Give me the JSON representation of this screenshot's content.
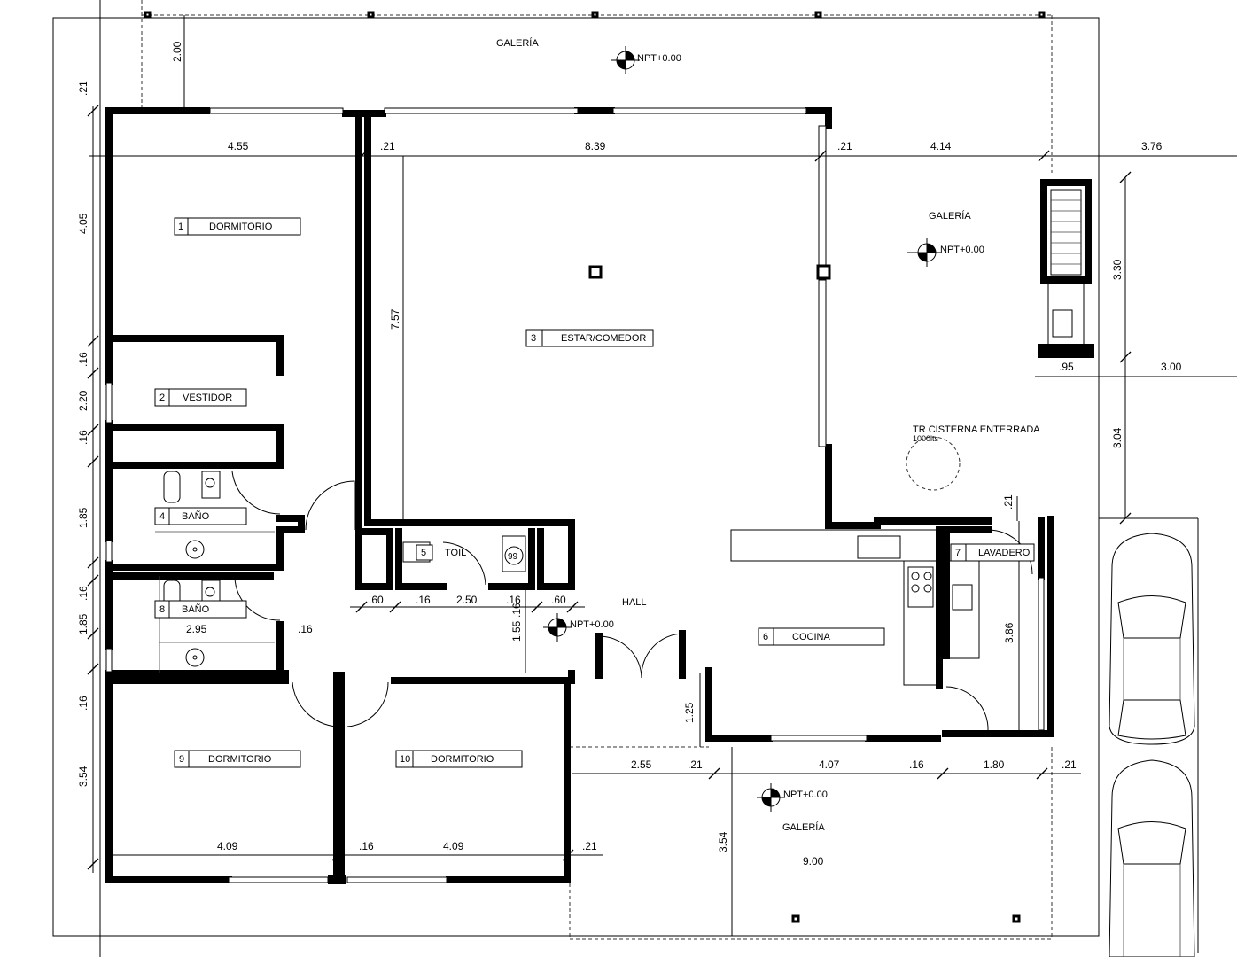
{
  "rooms": [
    {
      "num": "1",
      "name": "DORMITORIO"
    },
    {
      "num": "2",
      "name": "VESTIDOR"
    },
    {
      "num": "3",
      "name": "ESTAR/COMEDOR"
    },
    {
      "num": "4",
      "name": "BAÑO"
    },
    {
      "num": "5",
      "name": "TOIL"
    },
    {
      "num": "6",
      "name": "COCINA"
    },
    {
      "num": "7",
      "name": "LAVADERO"
    },
    {
      "num": "8",
      "name": "BAÑO"
    },
    {
      "num": "9",
      "name": "DORMITORIO"
    },
    {
      "num": "10",
      "name": "DORMITORIO"
    }
  ],
  "labels": {
    "galeria_top": "GALERÍA",
    "galeria_right": "GALERÍA",
    "galeria_bottom": "GALERÍA",
    "hall": "HALL",
    "cisterna": "TR CISTERNA ENTERRADA",
    "cisterna_cap": "1000lts",
    "wc": "99"
  },
  "levels": [
    "NPT+0.00",
    "NPT+0.00",
    "NPT+0.00",
    "NPT+0.00"
  ],
  "dims": {
    "d200": "2.00",
    "d21a": ".21",
    "d455": "4.55",
    "d21b": ".21",
    "d839": "8.39",
    "d21c": ".21",
    "d414": "4.14",
    "d376": "3.76",
    "d405": "4.05",
    "d757": "7.57",
    "d16a": ".16",
    "d220": "2.20",
    "d16b": ".16",
    "d185a": "1.85",
    "d16c": ".16",
    "d185b": "1.85",
    "d16d": ".16",
    "d354a": "3.54",
    "d295": "2.95",
    "d16e": ".16",
    "d60a": ".60",
    "d16f": ".16",
    "d250": "2.50",
    "d16g": ".16",
    "d60b": ".60",
    "d155": "1.55",
    "d16h": ".16",
    "d330": "3.30",
    "d95": ".95",
    "d300": "3.00",
    "d304": "3.04",
    "d21d": ".21",
    "d386": "3.86",
    "d125": "1.25",
    "d255": "2.55",
    "d21e": ".21",
    "d407": "4.07",
    "d16i": ".16",
    "d180": "1.80",
    "d21f": ".21",
    "d409a": "4.09",
    "d16j": ".16",
    "d409b": "4.09",
    "d21g": ".21",
    "d354b": "3.54",
    "d900": "9.00"
  }
}
